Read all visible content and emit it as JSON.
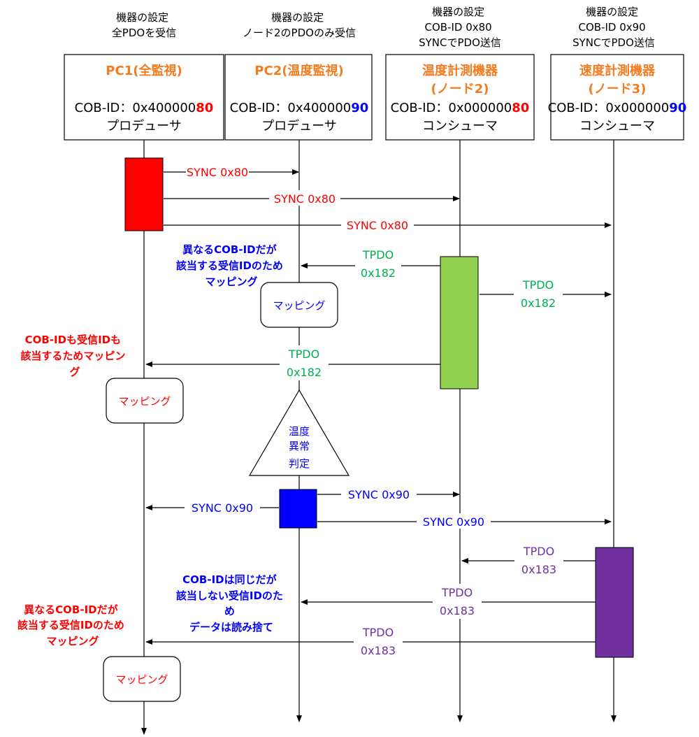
{
  "colors": {
    "red": "#ff0000",
    "blue": "#0000ff",
    "green": "#00b050",
    "lime_fill": "#92d050",
    "purple": "#7030a0",
    "orange": "#f47b20",
    "black": "#000000"
  },
  "lanes": [
    {
      "setting": [
        "機器の設定",
        "全PDOを受信"
      ],
      "title": [
        "PC1(全監視)"
      ],
      "cob_prefix": "COB-ID：0x400000",
      "cob_suffix": "80",
      "cob_suffix_color": "#ff0000",
      "role": "プロデューサ"
    },
    {
      "setting": [
        "機器の設定",
        "ノード2のPDOのみ受信"
      ],
      "title": [
        "PC2(温度監視)"
      ],
      "cob_prefix": "COB-ID：0x400000",
      "cob_suffix": "90",
      "cob_suffix_color": "#0000ff",
      "role": "プロデューサ"
    },
    {
      "setting": [
        "機器の設定",
        "COB-ID 0x80",
        "SYNCでPDO送信"
      ],
      "title": [
        "温度計測機器",
        "(ノード2)"
      ],
      "cob_prefix": "COB-ID：0x000000",
      "cob_suffix": "80",
      "cob_suffix_color": "#ff0000",
      "role": "コンシューマ"
    },
    {
      "setting": [
        "機器の設定",
        "COB-ID 0x90",
        "SYNCでPDO送信"
      ],
      "title": [
        "速度計測機器",
        "(ノード3)"
      ],
      "cob_prefix": "COB-ID：0x000000",
      "cob_suffix": "90",
      "cob_suffix_color": "#0000ff",
      "role": "コンシューマ"
    }
  ],
  "activations": [
    {
      "lane": 0,
      "color": "#ff0000"
    },
    {
      "lane": 2,
      "color": "#92d050"
    },
    {
      "lane": 1,
      "color": "#0000ff"
    },
    {
      "lane": 3,
      "color": "#7030a0"
    }
  ],
  "messages": [
    {
      "from": 0,
      "to": 1,
      "lines": [
        "SYNC 0x80"
      ],
      "color": "#ff0000"
    },
    {
      "from": 0,
      "to": 2,
      "lines": [
        "SYNC 0x80"
      ],
      "color": "#ff0000"
    },
    {
      "from": 0,
      "to": 3,
      "lines": [
        "SYNC 0x80"
      ],
      "color": "#ff0000"
    },
    {
      "from": 2,
      "to": 1,
      "lines": [
        "TPDO",
        "0x182"
      ],
      "color": "#00b050"
    },
    {
      "from": 2,
      "to": 3,
      "lines": [
        "TPDO",
        "0x182"
      ],
      "color": "#00b050"
    },
    {
      "from": 2,
      "to": 0,
      "lines": [
        "TPDO",
        "0x182"
      ],
      "color": "#00b050"
    },
    {
      "from": 1,
      "to": 2,
      "lines": [
        "SYNC 0x90"
      ],
      "color": "#0000ff"
    },
    {
      "from": 1,
      "to": 0,
      "lines": [
        "SYNC 0x90"
      ],
      "color": "#0000ff"
    },
    {
      "from": 1,
      "to": 3,
      "lines": [
        "SYNC 0x90"
      ],
      "color": "#0000ff"
    },
    {
      "from": 3,
      "to": 2,
      "lines": [
        "TPDO",
        "0x183"
      ],
      "color": "#7030a0"
    },
    {
      "from": 3,
      "to": 1,
      "lines": [
        "TPDO",
        "0x183"
      ],
      "color": "#7030a0"
    },
    {
      "from": 3,
      "to": 0,
      "lines": [
        "TPDO",
        "0x183"
      ],
      "color": "#7030a0"
    }
  ],
  "notes": [
    {
      "lines": [
        "異なるCOB-IDだが",
        "該当する受信IDのため",
        "マッピング"
      ],
      "color": "#0000ff"
    },
    {
      "lines": [
        "COB-IDも受信IDも",
        "該当するためマッピン",
        "グ"
      ],
      "color": "#ff0000"
    },
    {
      "lines": [
        "COB-IDは同じだが",
        "該当しない受信IDのた",
        "め",
        "データは読み捨て"
      ],
      "color": "#0000ff"
    },
    {
      "lines": [
        "異なるCOB-IDだが",
        "該当する受信IDのため",
        "マッピング"
      ],
      "color": "#ff0000"
    }
  ],
  "mapping_boxes": [
    {
      "label": "マッピング",
      "color": "#0000ff"
    },
    {
      "label": "マッピング",
      "color": "#ff0000"
    },
    {
      "label": "マッピング",
      "color": "#ff0000"
    }
  ],
  "decision": {
    "lines": [
      "温度",
      "異常",
      "判定"
    ],
    "color": "#0000ff"
  }
}
